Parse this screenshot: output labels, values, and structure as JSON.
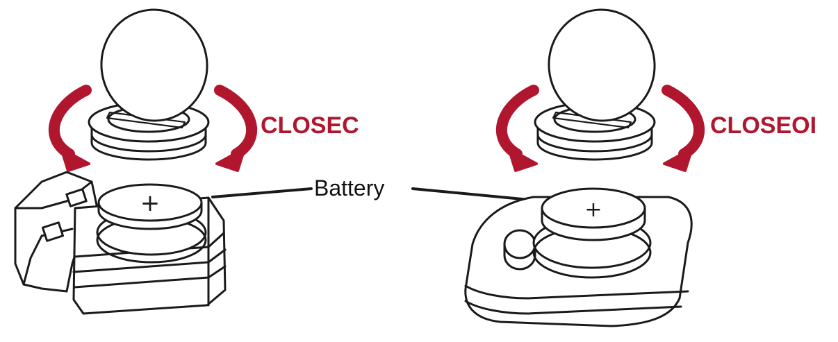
{
  "labels": {
    "left_close": "CLOSEC",
    "right_close": "CLOSEOI",
    "battery": "Battery",
    "left_plus": "+",
    "right_plus": "+"
  },
  "colors": {
    "arrow": "#B0172F",
    "ink": "#1a1a1a",
    "background": "#ffffff"
  }
}
